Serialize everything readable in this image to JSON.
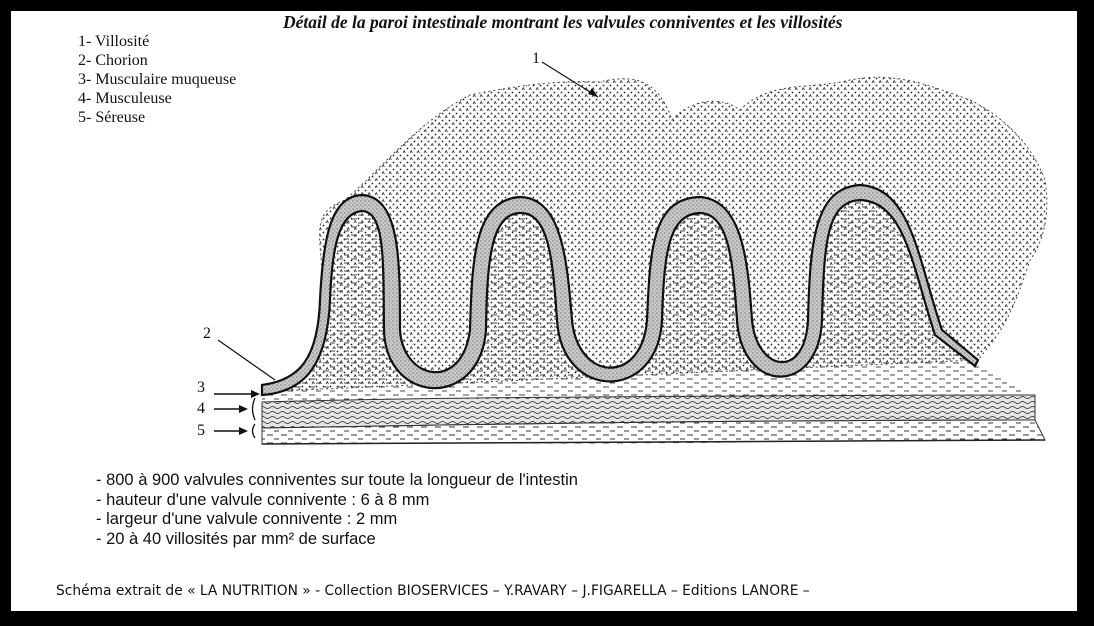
{
  "title": "Détail de la paroi intestinale montrant les valvules conniventes et les villosités",
  "legend": [
    "1- Villosité",
    "2- Chorion",
    "3- Musculaire muqueuse",
    "4- Musculeuse",
    "5- Séreuse"
  ],
  "callouts": [
    "1",
    "2",
    "3",
    "4",
    "5"
  ],
  "notes": [
    "- 800 à 900 valvules conniventes sur toute la longueur de l'intestin",
    "- hauteur d'une valvule connivente : 6 à 8 mm",
    "- largeur d'une valvule connivente : 2 mm",
    "- 20 à 40 villosités par mm² de surface"
  ],
  "credit": "Schéma extrait de « LA NUTRITION » - Collection BIOSERVICES – Y.RAVARY – J.FIGARELLA – Editions LANORE –"
}
